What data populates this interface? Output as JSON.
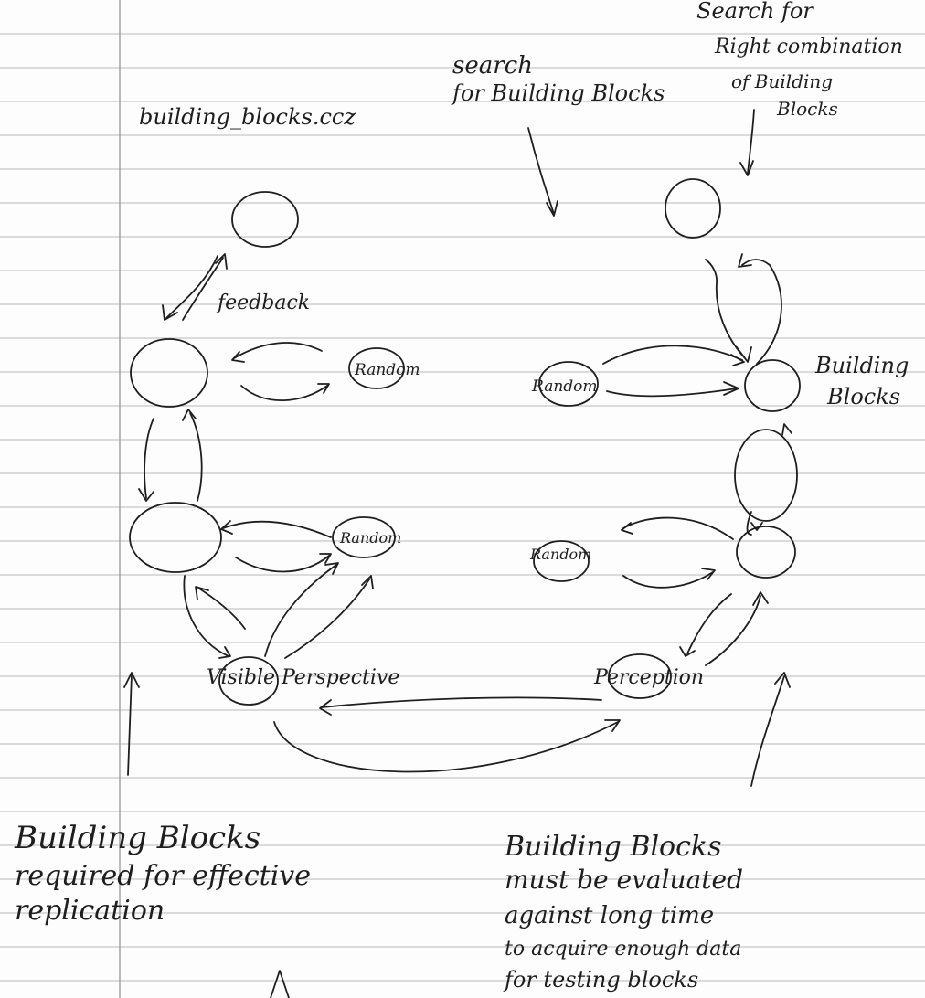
{
  "header_note": "building_blocks.ccz",
  "top_labels": {
    "search_blocks": [
      "search",
      "for Building Blocks"
    ],
    "search_combination": [
      "Search for",
      "Right combination",
      "of Building",
      "Blocks"
    ]
  },
  "node_labels": {
    "feedback": "feedback",
    "random_1": "Random",
    "random_2": "Random",
    "random_3": "Random",
    "random_4": "Random",
    "building_blocks": [
      "Building",
      "Blocks"
    ],
    "visible_perspective": "Visible Perspective",
    "perception": "Perception"
  },
  "bottom_notes": {
    "left": [
      "Building Blocks",
      "required for effective",
      "replication"
    ],
    "right": [
      "Building Blocks",
      "must be evaluated",
      "against long time",
      "to acquire enough data",
      "for testing blocks"
    ]
  }
}
